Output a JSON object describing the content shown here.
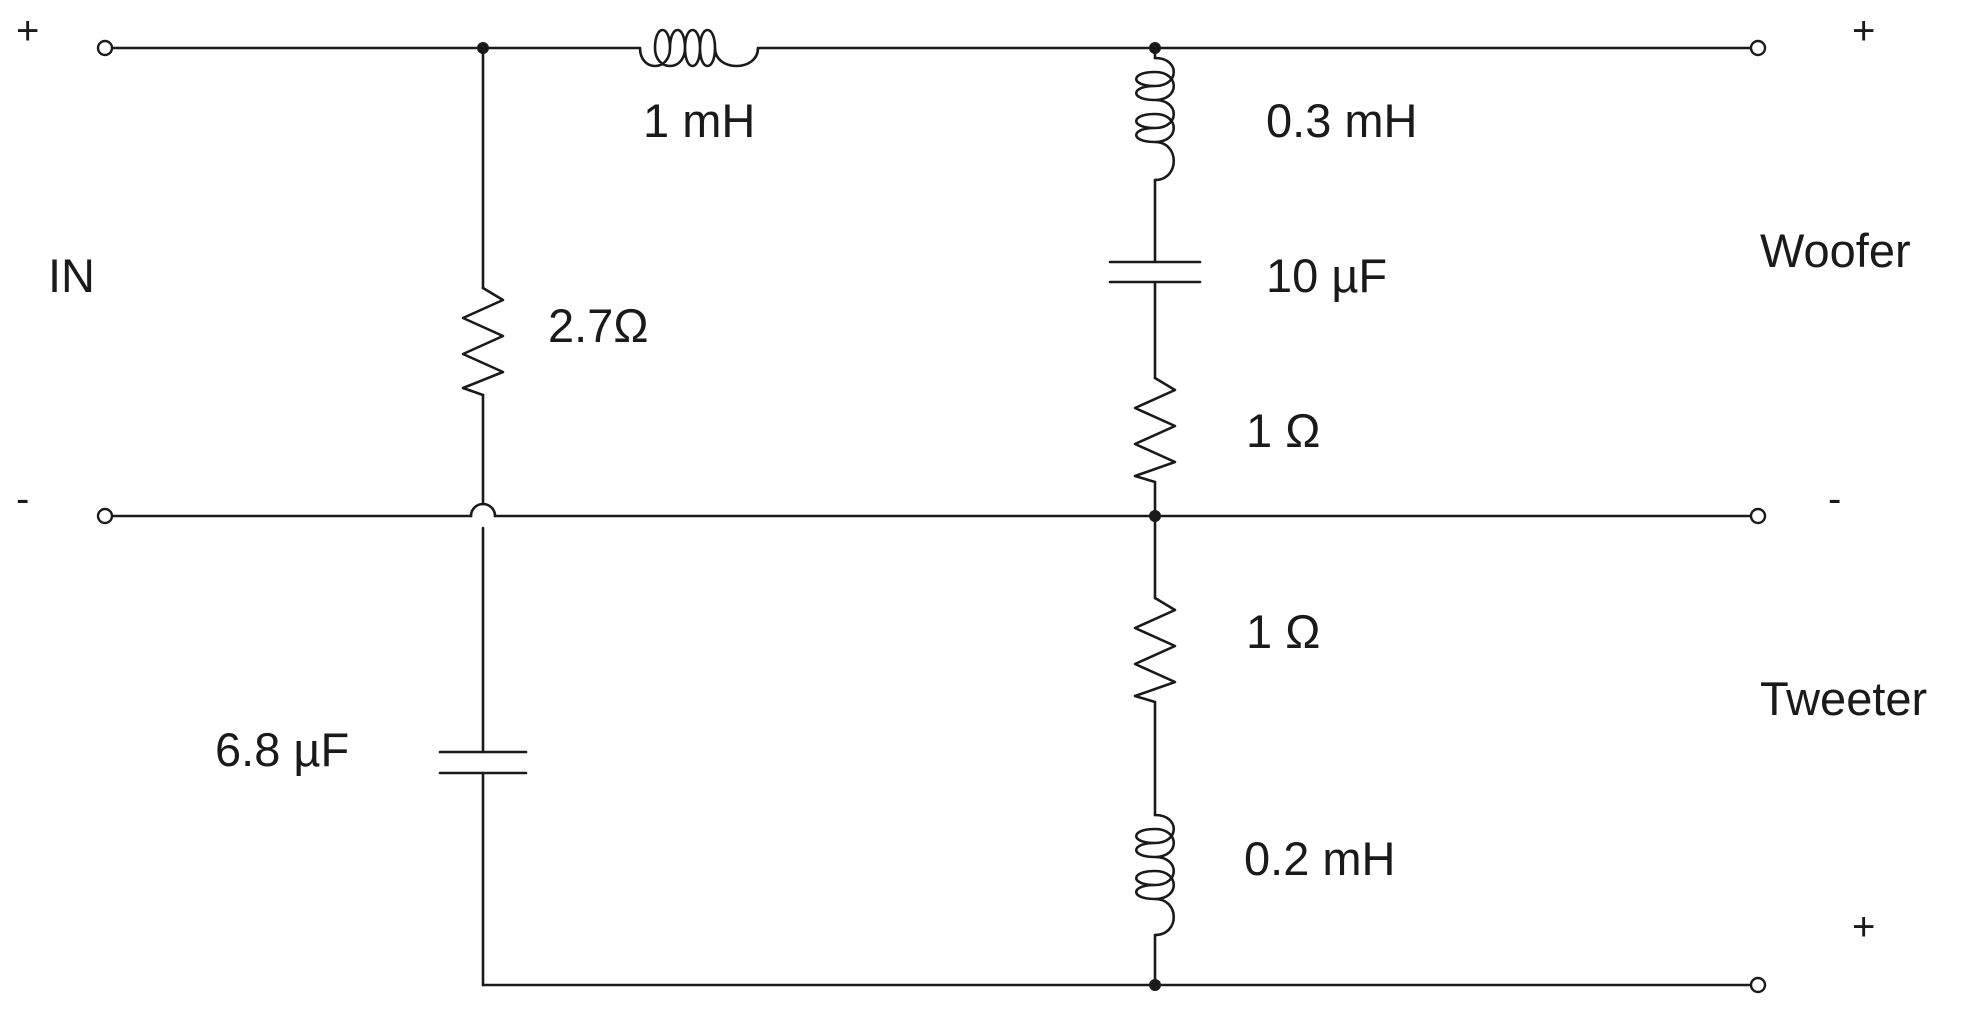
{
  "input": {
    "label": "IN",
    "plus": "+",
    "minus": "-"
  },
  "woofer": {
    "label": "Woofer",
    "plus": "+",
    "minus": "-"
  },
  "tweeter": {
    "label": "Tweeter",
    "plus": "+"
  },
  "components": {
    "L1": "1 mH",
    "L2": "0.3 mH",
    "C1": "10 µF",
    "R1": "1 Ω",
    "R2": "2.7Ω",
    "R3": "1 Ω",
    "C2": "6.8 µF",
    "L3": "0.2 mH"
  }
}
